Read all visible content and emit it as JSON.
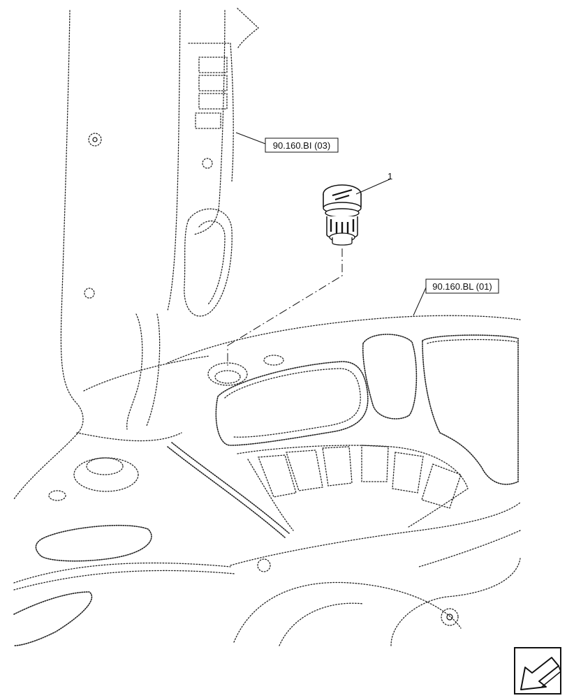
{
  "callouts": {
    "upper_ref": "90.160.BI (03)",
    "lower_ref": "90.160.BL (01)",
    "item_number": "1"
  },
  "icons": {
    "corner": "view-direction-arrow-icon",
    "part": "socket-plug-icon"
  }
}
